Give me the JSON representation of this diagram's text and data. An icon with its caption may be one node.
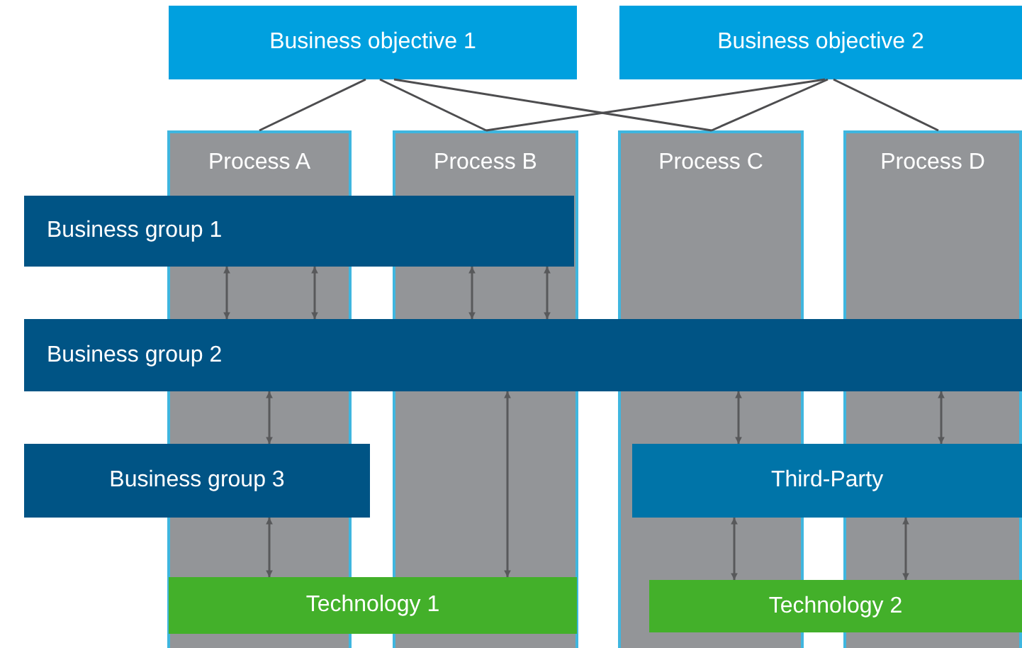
{
  "diagram": {
    "nodes": [
      {
        "text": [
          "Business objective 1"
        ]
      },
      {
        "text": [
          "Business objective 2"
        ]
      },
      {
        "text": [
          "Process A"
        ]
      },
      {
        "text": [
          "Process B"
        ]
      },
      {
        "text": [
          "Process C"
        ]
      },
      {
        "text": [
          "Process D"
        ]
      },
      {
        "text": [
          "Business group 1"
        ]
      },
      {
        "text": [
          "Business group 2"
        ]
      },
      {
        "text": [
          "Business group 3"
        ]
      },
      {
        "text": [
          "Third-Party"
        ]
      },
      {
        "text": [
          "Technology 1"
        ]
      },
      {
        "text": [
          "Technology 2"
        ]
      }
    ],
    "edges": [
      {
        "from": 0,
        "to": 2,
        "arrow": "none"
      },
      {
        "from": 0,
        "to": 3,
        "arrow": "none"
      },
      {
        "from": 0,
        "to": 4,
        "arrow": "none"
      },
      {
        "from": 1,
        "to": 3,
        "arrow": "none"
      },
      {
        "from": 1,
        "to": 4,
        "arrow": "none"
      },
      {
        "from": 1,
        "to": 5,
        "arrow": "none"
      },
      {
        "from": 6,
        "to": 7,
        "arrow": "both"
      },
      {
        "from": 6,
        "to": 7,
        "arrow": "both"
      },
      {
        "from": 6,
        "to": 7,
        "arrow": "both"
      },
      {
        "from": 6,
        "to": 7,
        "arrow": "both"
      },
      {
        "from": 7,
        "to": 8,
        "arrow": "both"
      },
      {
        "from": 7,
        "to": 10,
        "arrow": "both"
      },
      {
        "from": 7,
        "to": 9,
        "arrow": "both"
      },
      {
        "from": 7,
        "to": 9,
        "arrow": "both"
      },
      {
        "from": 8,
        "to": 10,
        "arrow": "both"
      },
      {
        "from": 9,
        "to": 11,
        "arrow": "both"
      },
      {
        "from": 9,
        "to": 11,
        "arrow": "both"
      }
    ]
  }
}
